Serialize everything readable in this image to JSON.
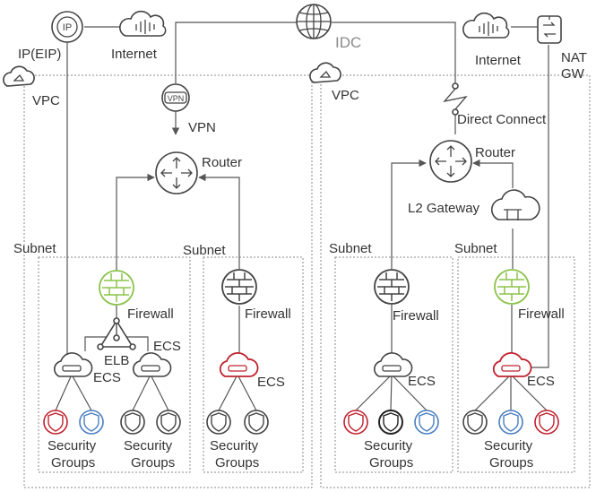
{
  "colors": {
    "line": "#555555",
    "icon": "#444444",
    "red": "#c0232f",
    "blue": "#4a7ec0",
    "black": "#222222",
    "grey": "#444444",
    "firewall_green": "#8bc34a"
  },
  "labels": {
    "ip_eip": "IP(EIP)",
    "ip_badge": "IP",
    "internet_left": "Internet",
    "idc": "IDC",
    "internet_right": "Internet",
    "nat_gw_1": "NAT",
    "nat_gw_2": "GW",
    "vpc_left": "VPC",
    "vpc_right": "VPC",
    "vpn": "VPN",
    "vpn_badge": "VPN",
    "direct_connect": "Direct Connect",
    "router_left": "Router",
    "router_right": "Router",
    "l2_gateway": "L2 Gateway",
    "subnet_1": "Subnet",
    "subnet_2": "Subnet",
    "subnet_3": "Subnet",
    "subnet_4": "Subnet",
    "firewall_1": "Firewall",
    "firewall_2": "Firewall",
    "firewall_3": "Firewall",
    "firewall_4": "Firewall",
    "elb": "ELB",
    "ecs_1": "ECS",
    "ecs_2": "ECS",
    "ecs_3": "ECS",
    "ecs_4": "ECS",
    "ecs_5": "ECS",
    "sg_1_a": "Security",
    "sg_1_b": "Groups",
    "sg_2_a": "Security",
    "sg_2_b": "Groups",
    "sg_3_a": "Security",
    "sg_3_b": "Groups",
    "sg_4_a": "Security",
    "sg_4_b": "Groups",
    "sg_5_a": "Security",
    "sg_5_b": "Groups"
  }
}
